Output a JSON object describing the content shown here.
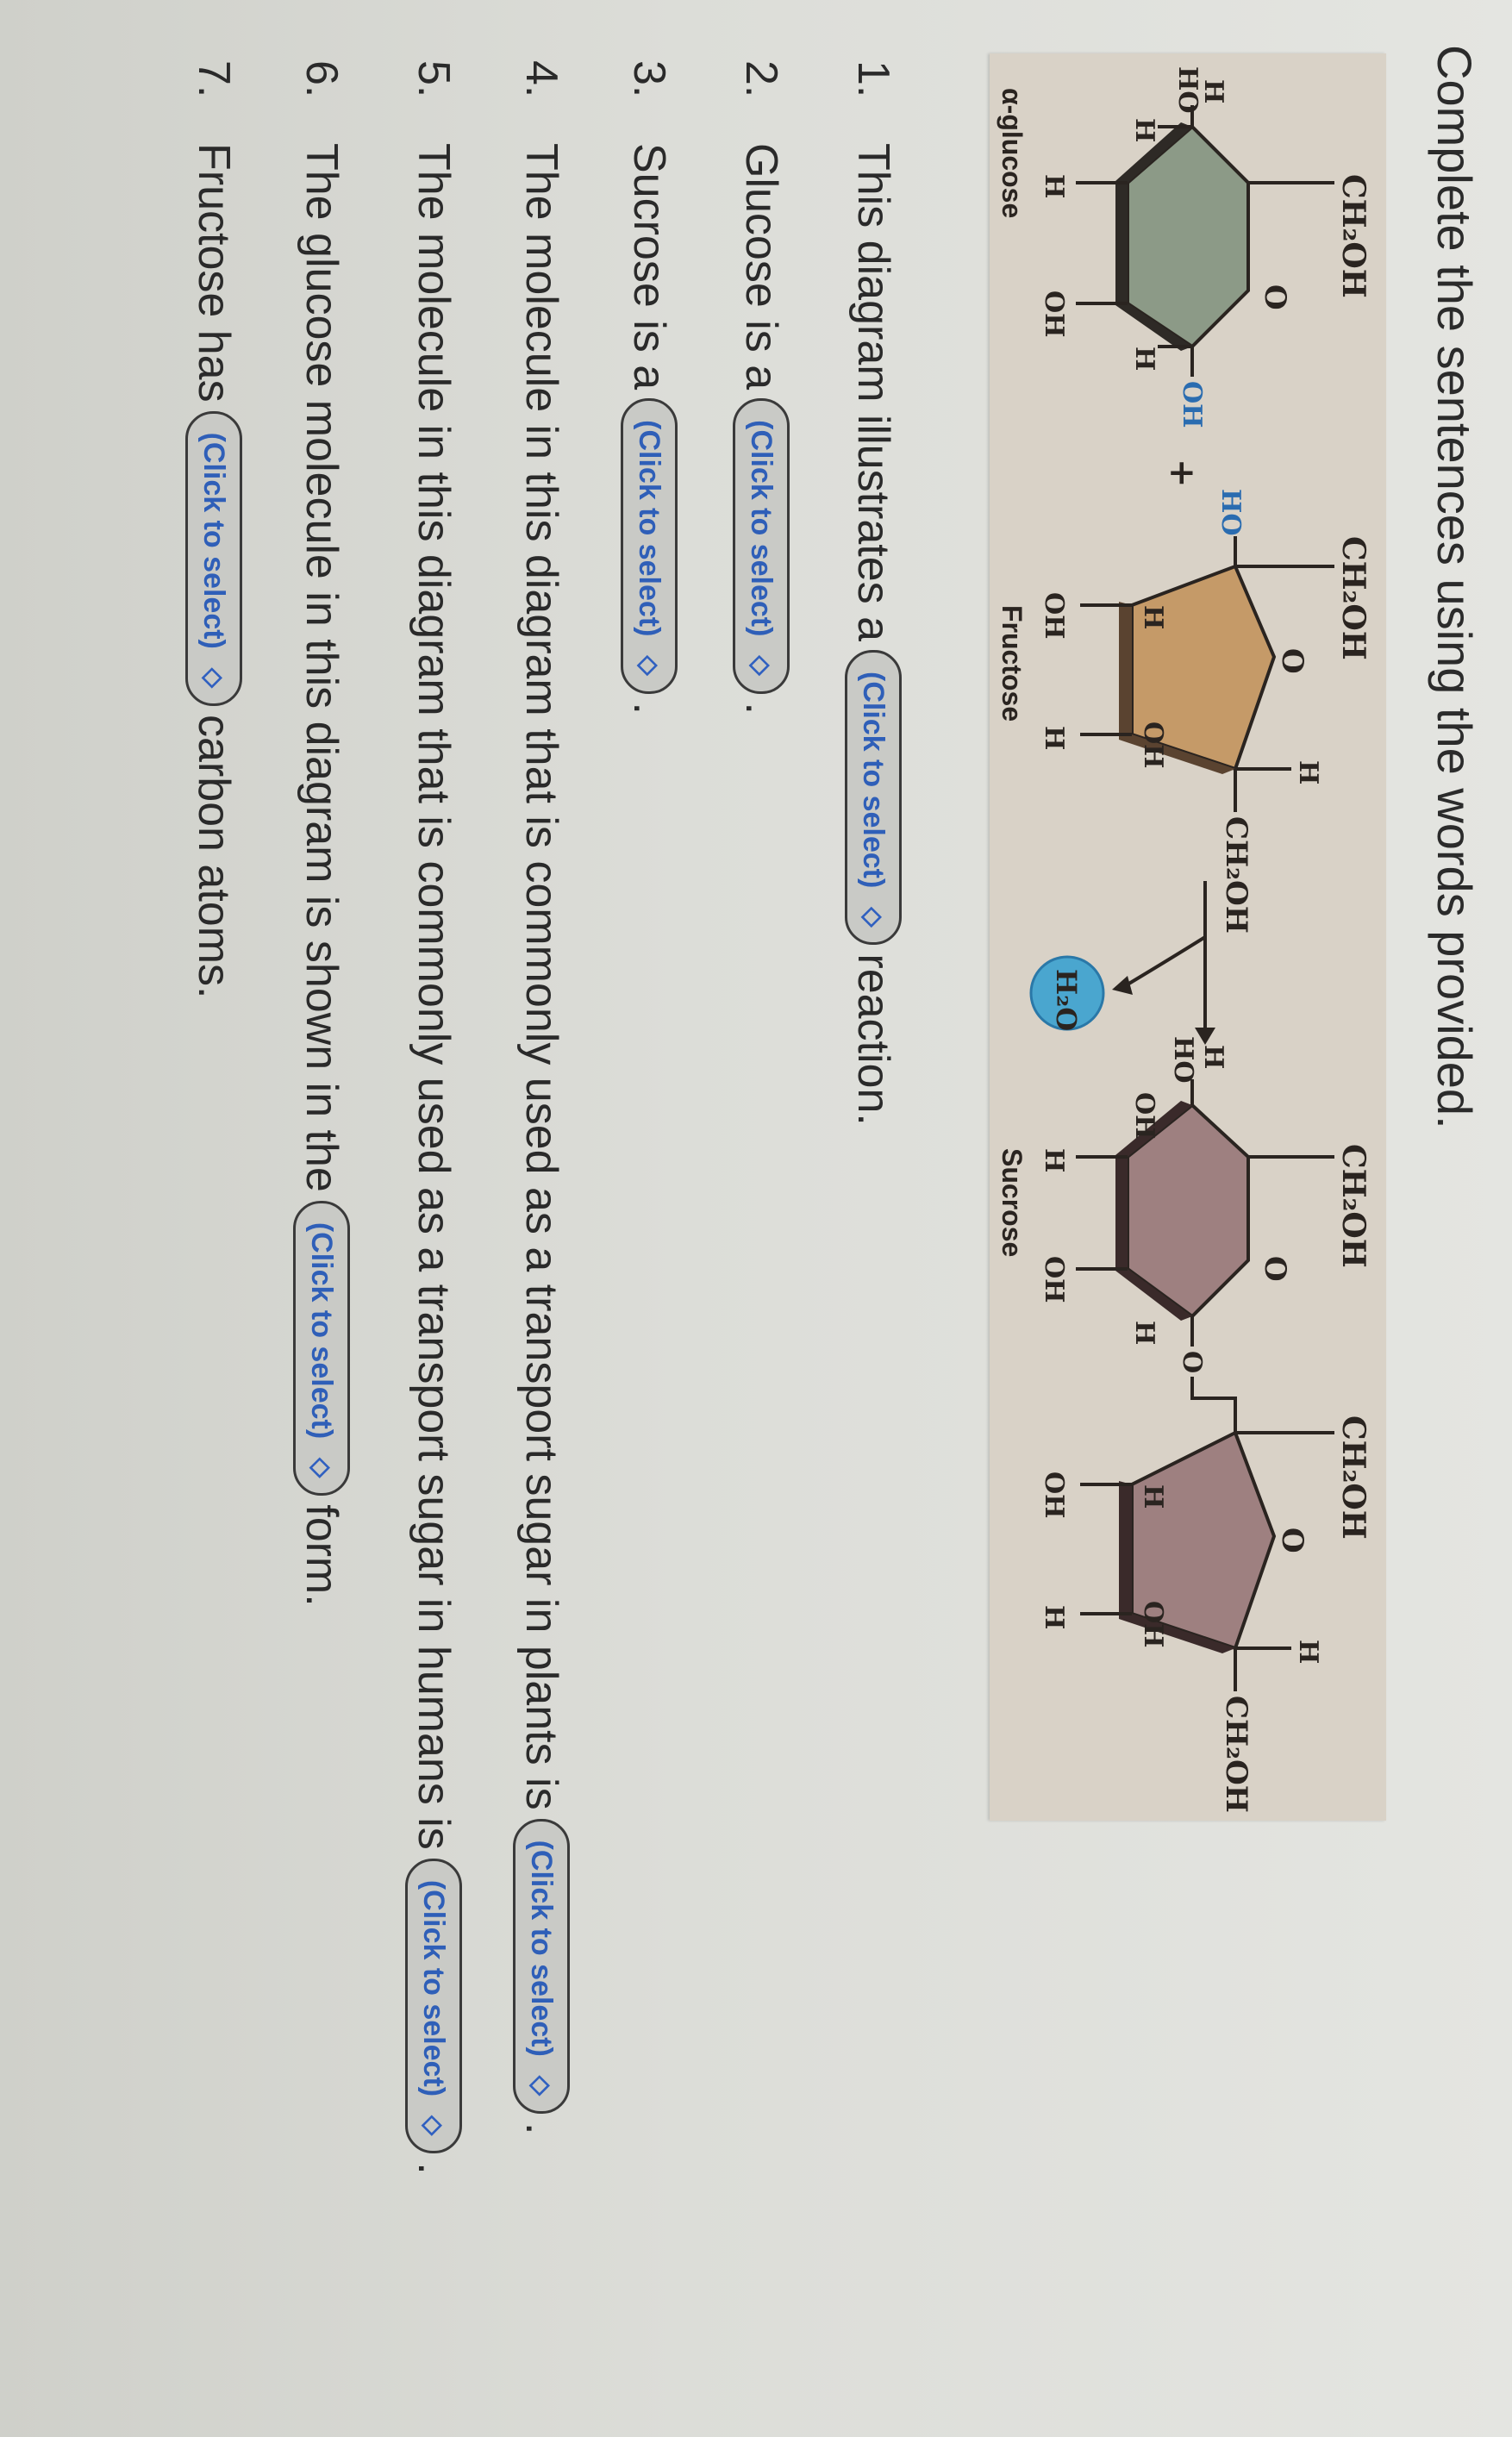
{
  "title": "Complete the sentences using the words provided.",
  "diagram": {
    "glucose": {
      "label": "α-glucose",
      "ch2oh": "CH₂OH",
      "ring_o": "O",
      "sub": {
        "h1": "H",
        "h2": "H",
        "oh1": "OH",
        "h3": "H",
        "ho": "HO",
        "h4": "H",
        "oh2": "OH",
        "h5": "H",
        "oh_blue": "OH"
      }
    },
    "plus": "+",
    "fructose": {
      "label": "Fructose",
      "ch2oh_top": "CH₂OH",
      "ring_o": "O",
      "ch2oh_bottom": "CH₂OH",
      "sub": {
        "ho_blue": "HO",
        "h1": "H",
        "oh1": "OH",
        "h2": "H",
        "oh2": "OH",
        "h3": "H"
      }
    },
    "water": "H₂O",
    "sucrose": {
      "label": "Sucrose",
      "bridge_o": "O",
      "glucose_part": {
        "ch2oh": "CH₂OH",
        "ring_o": "O",
        "h1": "H",
        "h2": "H",
        "oh1": "OH",
        "h3": "H",
        "ho": "HO",
        "h4": "H",
        "oh2": "OH",
        "h5": "H"
      },
      "fructose_part": {
        "ch2oh_top": "CH₂OH",
        "ring_o": "O",
        "h1": "H",
        "oh1": "OH",
        "h2": "H",
        "oh2": "OH",
        "h3": "H",
        "ch2oh_bottom": "CH₂OH"
      }
    },
    "colors": {
      "glucose_fill": "#8c9a87",
      "fructose_fill": "#c59a68",
      "sucrose_fill": "#9e8080",
      "water_fill": "#4aa6cf",
      "panel": "#d9d2c7",
      "blue_text": "#2a6cb0"
    }
  },
  "select_placeholder": "(Click to select)",
  "select_icon": "up-down-chevron-icon",
  "questions": [
    {
      "num": "1.",
      "before": "This diagram illustrates a",
      "after": "reaction."
    },
    {
      "num": "2.",
      "before": "Glucose is a",
      "after": "."
    },
    {
      "num": "3.",
      "before": "Sucrose is a",
      "after": "."
    },
    {
      "num": "4.",
      "before": "The molecule in this diagram that is commonly used as a transport sugar in plants is",
      "after": "."
    },
    {
      "num": "5.",
      "before": "The molecule in this diagram that is commonly used as a transport sugar in humans is",
      "after": "."
    },
    {
      "num": "6.",
      "before": "The glucose molecule in this diagram is shown in the",
      "after": "form."
    },
    {
      "num": "7.",
      "before": "Fructose has",
      "after": "carbon atoms."
    }
  ],
  "chev_glyph": "◇"
}
